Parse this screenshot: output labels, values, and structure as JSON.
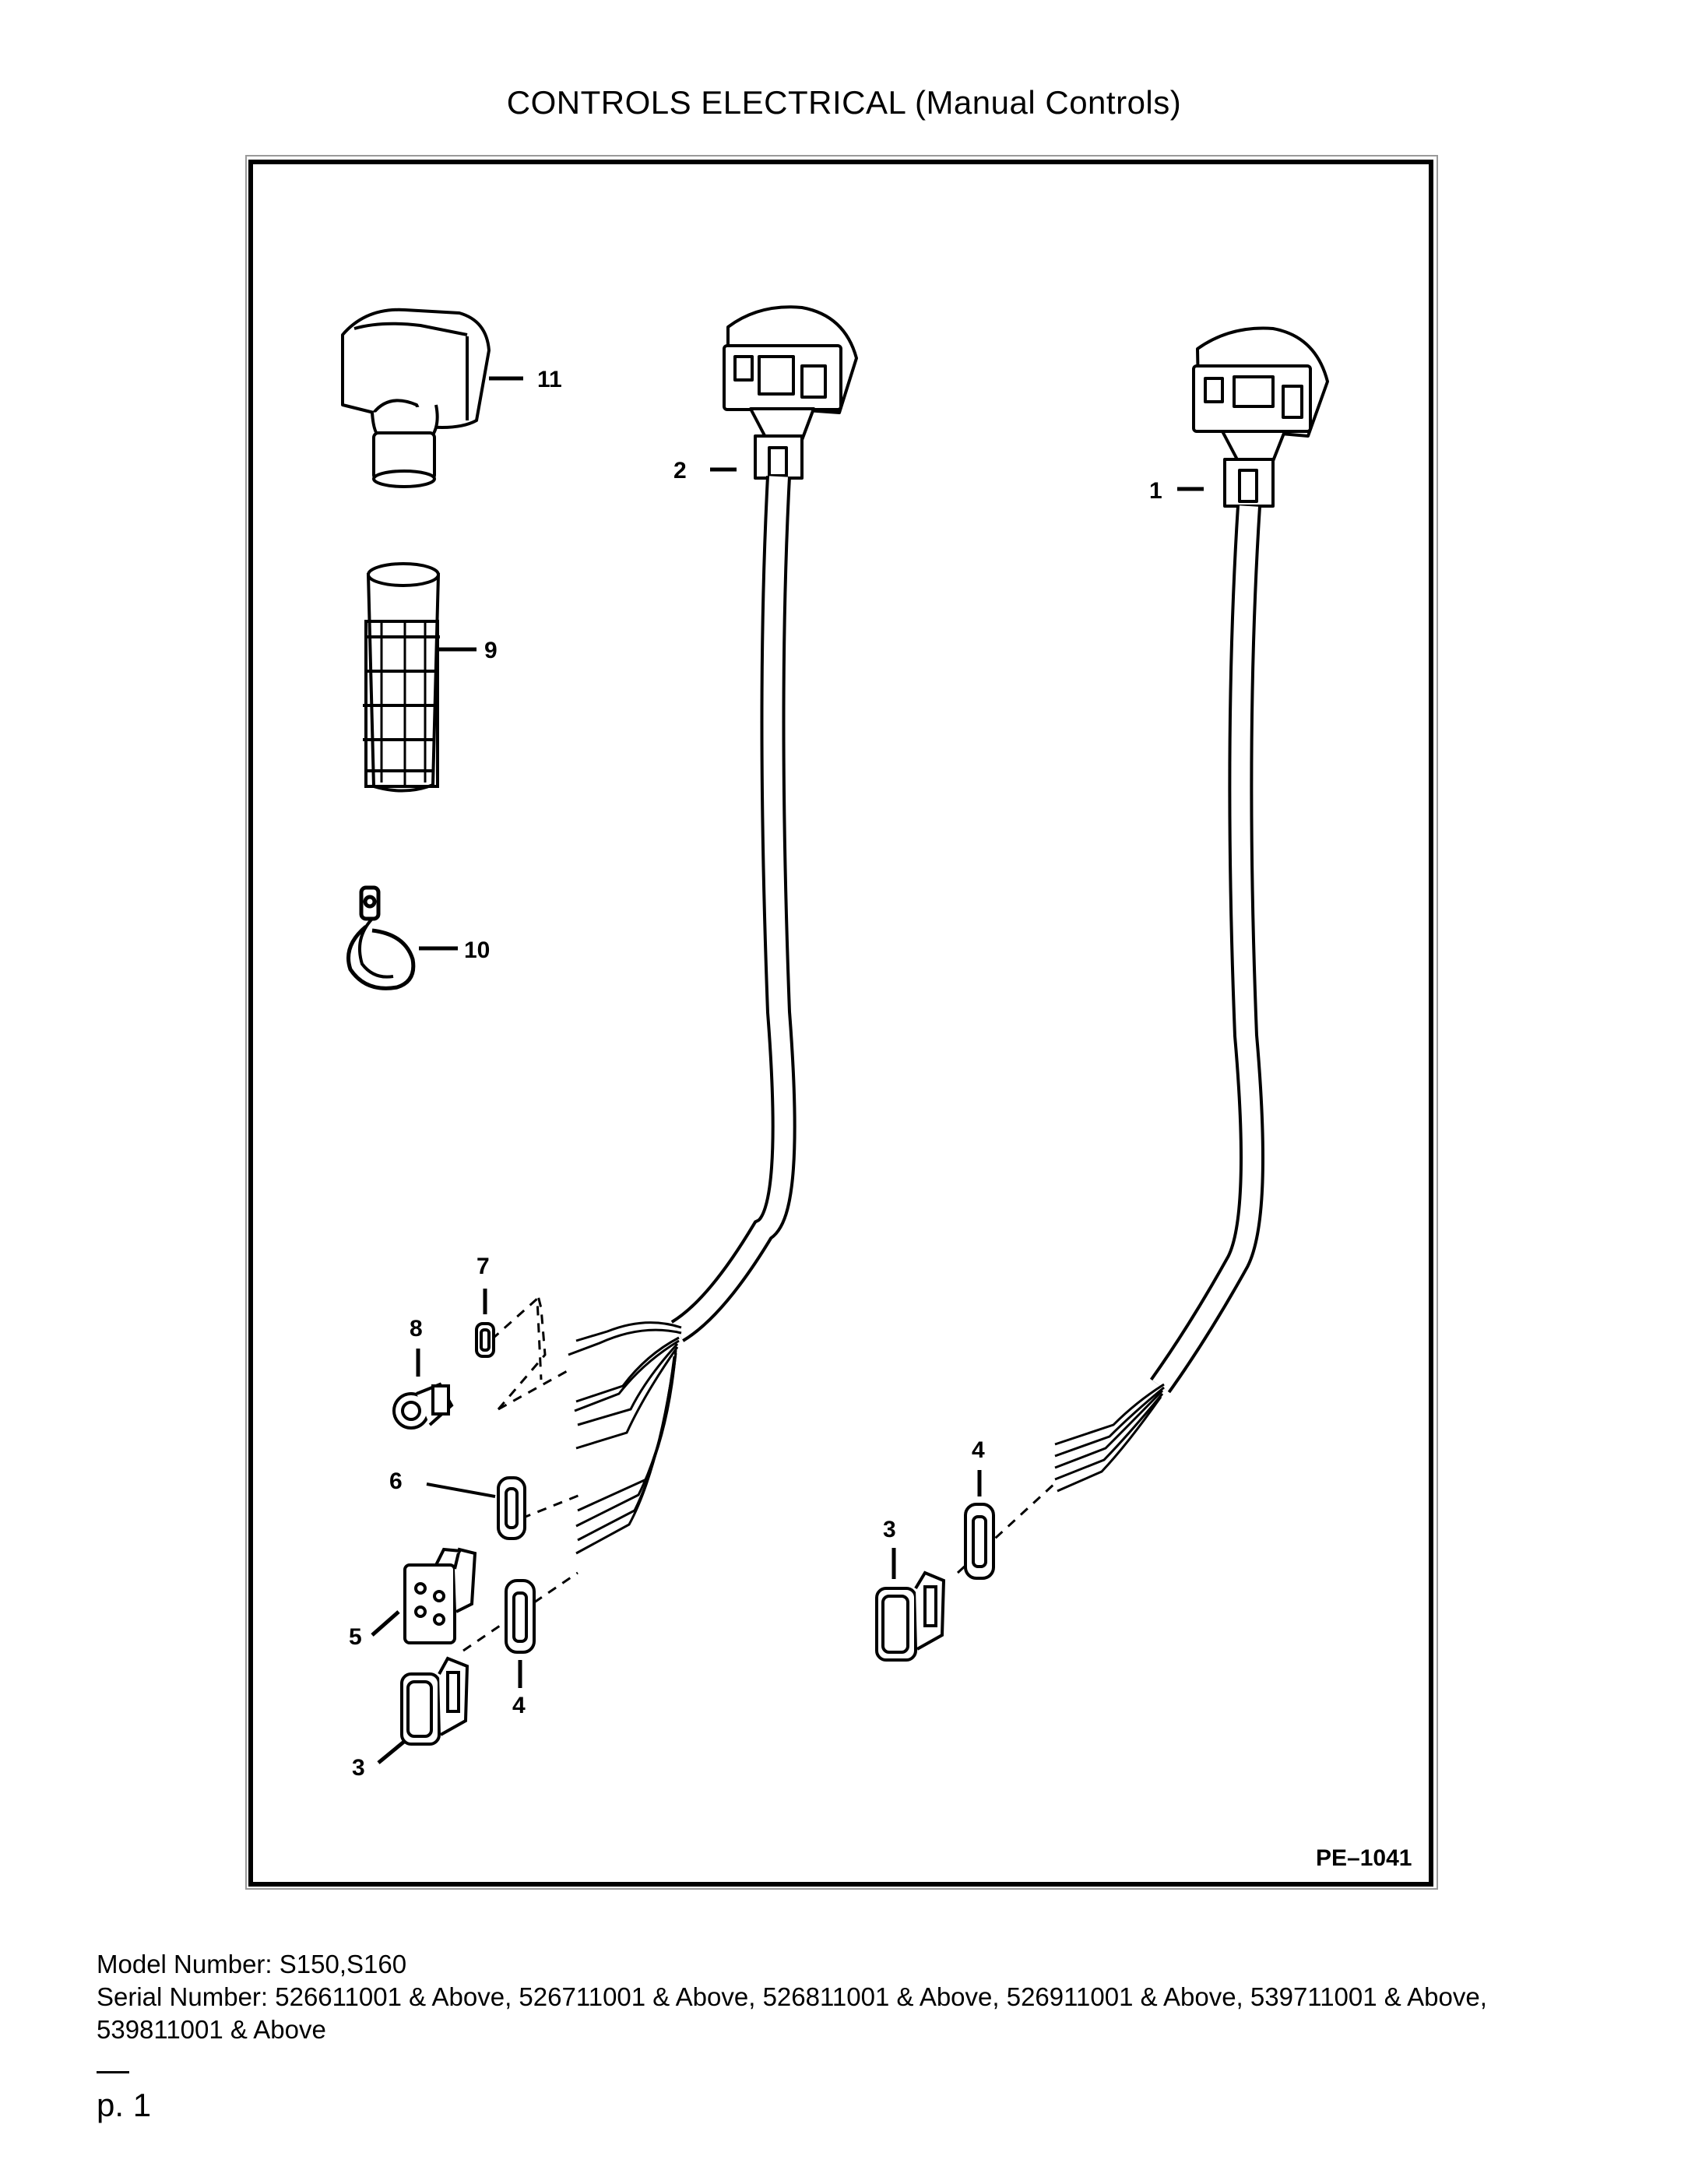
{
  "title": "CONTROLS ELECTRICAL (Manual Controls)",
  "figure": {
    "code": "PE–1041",
    "callouts": {
      "c1": "1",
      "c2": "2",
      "c3a": "3",
      "c3b": "3",
      "c4a": "4",
      "c4b": "4",
      "c5": "5",
      "c6": "6",
      "c7": "7",
      "c8": "8",
      "c9": "9",
      "c10": "10",
      "c11": "11"
    }
  },
  "meta": {
    "model": "Model Number: S150,S160",
    "serial": "Serial Number: 526611001 & Above, 526711001 & Above, 526811001 & Above, 526911001 & Above, 539711001 & Above, 539811001 & Above"
  },
  "page": "p. 1"
}
